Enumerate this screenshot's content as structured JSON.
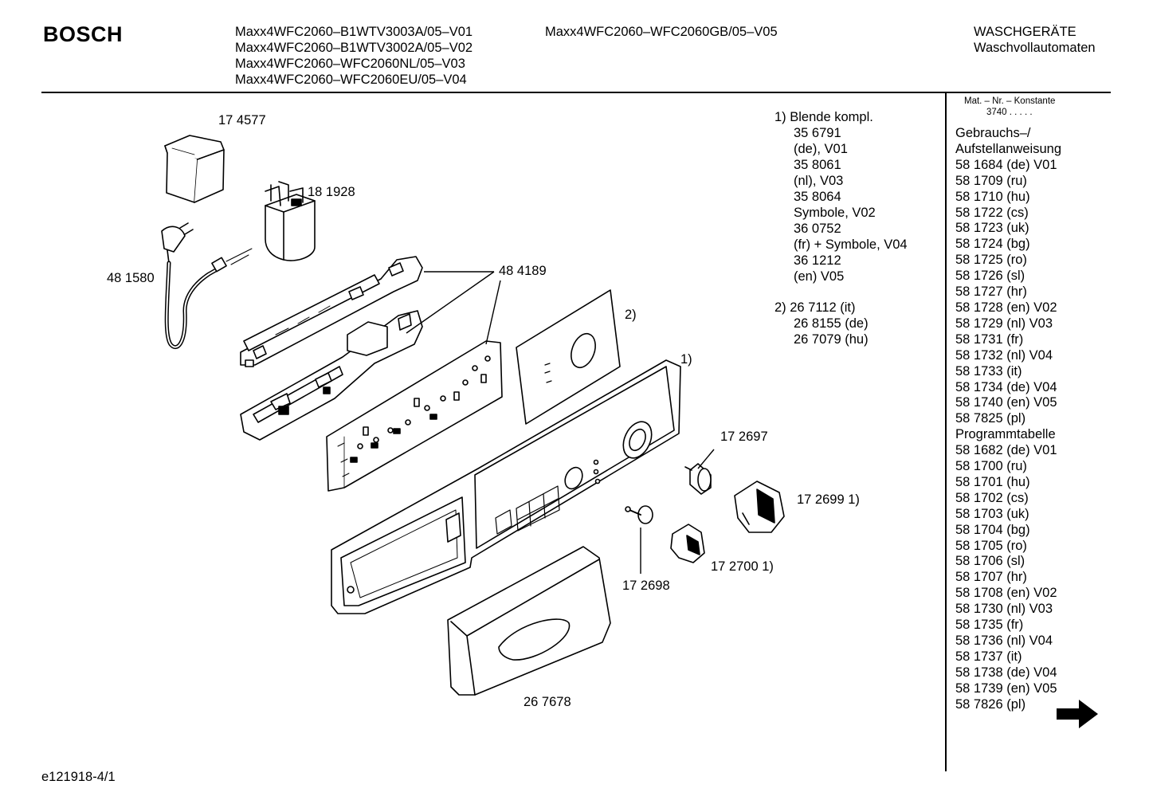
{
  "header": {
    "brand": "BOSCH",
    "models_left": [
      "Maxx4WFC2060–B1WTV3003A/05–V01",
      "Maxx4WFC2060–B1WTV3002A/05–V02",
      "Maxx4WFC2060–WFC2060NL/05–V03",
      "Maxx4WFC2060–WFC2060EU/05–V04"
    ],
    "models_mid": [
      "Maxx4WFC2060–WFC2060GB/05–V05"
    ],
    "category": [
      "WASCHGERÄTE",
      "Waschvollautomaten"
    ]
  },
  "sidebar": {
    "matnr_label": "Mat. – Nr. – Konstante",
    "matnr_value": "3740  .  .  .  .  .",
    "items": [
      "Gebrauchs–/",
      "Aufstellanweisung",
      "58 1684 (de) V01",
      "58 1709 (ru)",
      "58 1710 (hu)",
      "58 1722 (cs)",
      "58 1723 (uk)",
      "58 1724 (bg)",
      "58 1725 (ro)",
      "58 1726 (sl)",
      "58 1727 (hr)",
      "58 1728 (en) V02",
      "58 1729 (nl)  V03",
      "58 1731 (fr)",
      "58 1732 (nl)  V04",
      "58 1733 (it)",
      "58 1734 (de) V04",
      "58 1740 (en) V05",
      "58 7825 (pl)",
      "Programmtabelle",
      "58 1682 (de) V01",
      "58 1700 (ru)",
      "58 1701 (hu)",
      "58 1702 (cs)",
      "58 1703 (uk)",
      "58 1704 (bg)",
      "58 1705 (ro)",
      "58 1706 (sl)",
      "58 1707 (hr)",
      "58 1708 (en) V02",
      "58 1730 (nl) V03",
      "58 1735 (fr)",
      "58 1736 (nl) V04",
      "58 1737 (it)",
      "58 1738 (de) V04",
      "58 1739 (en) V05",
      "58 7826 (pl)"
    ],
    "continue_icon": "arrow-right-icon"
  },
  "notes": {
    "note1": [
      "1) Blende kompl.",
      "35 6791",
      "(de), V01",
      "35 8061",
      "(nl), V03",
      "35 8064",
      "Symbole, V02",
      "36 0752",
      "(fr) + Symbole, V04",
      "36 1212",
      "(en) V05"
    ],
    "note2": [
      "2) 26 7112 (it)",
      "26 8155 (de)",
      "26 7079 (hu)"
    ]
  },
  "parts": {
    "p174577": "17 4577",
    "p181928": "18 1928",
    "p481580": "48 1580",
    "p484189": "48 4189",
    "ref2": "2)",
    "ref1": "1)",
    "p172697": "17 2697",
    "p172699": "17 2699 1)",
    "p172700": "17 2700 1)",
    "p172698": "17 2698",
    "p267678": "26 7678"
  },
  "footer": {
    "code": "e121918-4/1"
  }
}
